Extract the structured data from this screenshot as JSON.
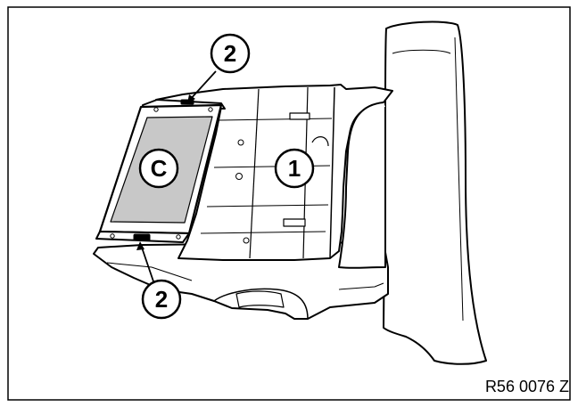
{
  "figure": {
    "reference_code": "R56 0076 Z",
    "callouts": {
      "screw_top": "2",
      "screw_bottom": "2",
      "bracket": "1",
      "control_unit": "C"
    },
    "colors": {
      "line": "#000000",
      "panel_fill": "#c8c8c8",
      "background": "#ffffff"
    }
  }
}
